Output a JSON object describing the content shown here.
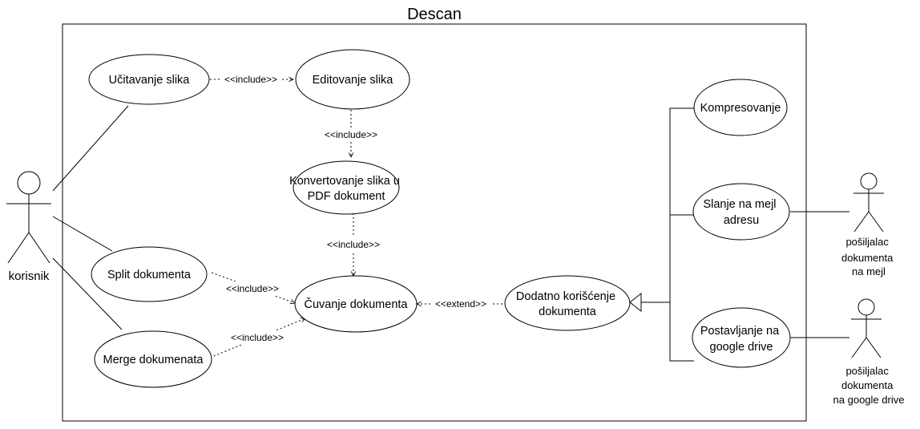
{
  "system": {
    "title": "Descan"
  },
  "actors": {
    "korisnik": {
      "label": "korisnik"
    },
    "mail_sender": {
      "lines": [
        "pošiljalac",
        "dokumenta",
        "na mejl"
      ]
    },
    "drive_sender": {
      "lines": [
        "pošiljalac",
        "dokumenta",
        "na google drive"
      ]
    }
  },
  "use_cases": {
    "ucitavanje": {
      "lines": [
        "Učitavanje slika"
      ]
    },
    "editovanje": {
      "lines": [
        "Editovanje slika"
      ]
    },
    "konvertovanje": {
      "lines": [
        "Konvertovanje slika u",
        "PDF dokument"
      ]
    },
    "split": {
      "lines": [
        "Split dokumenta"
      ]
    },
    "cuvanje": {
      "lines": [
        "Čuvanje dokumenta"
      ]
    },
    "merge": {
      "lines": [
        "Merge dokumenata"
      ]
    },
    "dodatno": {
      "lines": [
        "Dodatno korišćenje",
        "dokumenta"
      ]
    },
    "kompresovanje": {
      "lines": [
        "Kompresovanje"
      ]
    },
    "slanje": {
      "lines": [
        "Slanje na mejl",
        "adresu"
      ]
    },
    "postavljanje": {
      "lines": [
        "Postavljanje na",
        "google drive"
      ]
    }
  },
  "relations": {
    "include_label": "<<include>>",
    "extend_label": "<<extend>>"
  }
}
